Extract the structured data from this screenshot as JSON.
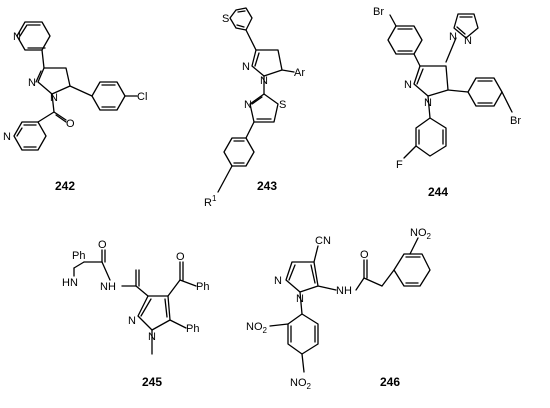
{
  "compounds": [
    {
      "id": "242",
      "atoms": {
        "n_pyridyl": "N",
        "n1": "N",
        "n2": "N",
        "o": "O",
        "n_isonicotinoyl": "N",
        "cl": "Cl"
      }
    },
    {
      "id": "243",
      "atoms": {
        "s_thiophene": "S",
        "n1": "N",
        "n2": "N",
        "ar": "Ar",
        "n_thiazole": "N",
        "s_thiazole": "S",
        "r": "R",
        "r_sup": "1"
      }
    },
    {
      "id": "244",
      "atoms": {
        "br1": "Br",
        "n_imid1": "N",
        "n_imid2": "N",
        "n1": "N",
        "n2": "N",
        "br2": "Br",
        "f": "F"
      }
    },
    {
      "id": "245",
      "atoms": {
        "ph1": "Ph",
        "hn": "HN",
        "o1": "O",
        "nh": "NH",
        "o2": "O",
        "ph2": "Ph",
        "n1": "N",
        "n2": "N",
        "ph3": "Ph"
      }
    },
    {
      "id": "246",
      "atoms": {
        "cn": "CN",
        "o": "O",
        "no2_top": "NO",
        "no2_top_sub": "2",
        "n1": "N",
        "n2": "N",
        "nh": "NH",
        "no2_left": "O",
        "no2_left_n": "N",
        "no2_left_sub": "2",
        "no2_bottom": "NO",
        "no2_bottom_sub": "2"
      }
    }
  ]
}
